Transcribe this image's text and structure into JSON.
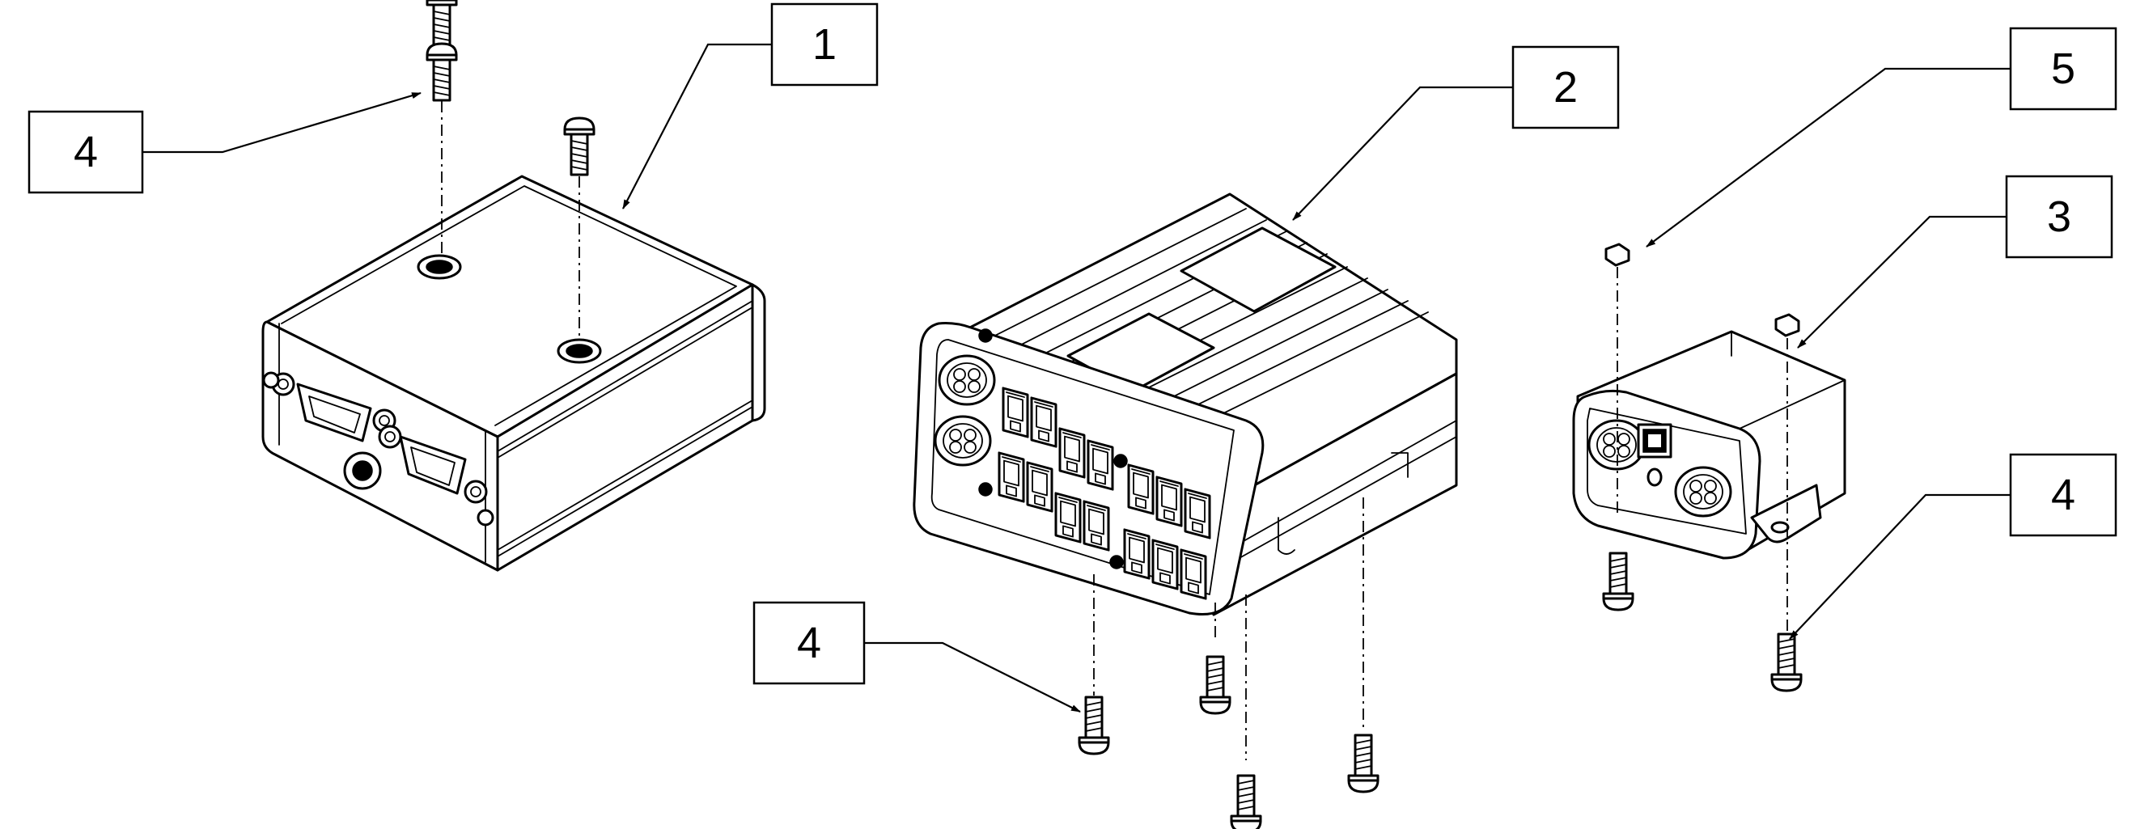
{
  "diagram": {
    "callouts": [
      {
        "id": "c1",
        "label": "1"
      },
      {
        "id": "c2",
        "label": "2"
      },
      {
        "id": "c3",
        "label": "3"
      },
      {
        "id": "c4a",
        "label": "4"
      },
      {
        "id": "c4b",
        "label": "4"
      },
      {
        "id": "c4c",
        "label": "4"
      },
      {
        "id": "c5",
        "label": "5"
      }
    ]
  }
}
